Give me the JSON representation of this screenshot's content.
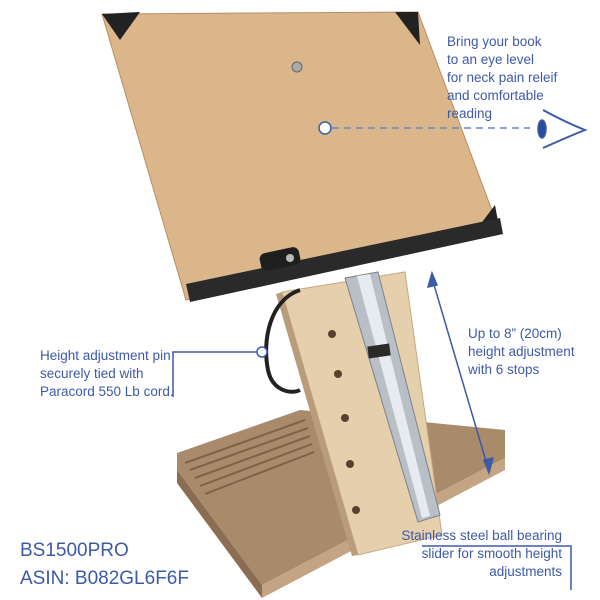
{
  "annotations": {
    "eye_level": "Bring your book\nto an eye level\nfor neck pain releif\nand comfortable\nreading",
    "height_pin": "Height adjustment pin\nsecurely tied with\nParacord 550 Lb cord.",
    "height_range": "Up to 8” (20cm)\nheight adjustment\nwith 6 stops",
    "slider": "Stainless steel ball bearing\nslider for smooth height\nadjustments"
  },
  "product": {
    "model": "BS1500PRO",
    "asin": "ASIN: B082GL6F6F"
  },
  "colors": {
    "annotation": "#3d5aa8",
    "wood": "#d9b48a",
    "plywood": "#e3c9a4",
    "base": "#a48566"
  }
}
